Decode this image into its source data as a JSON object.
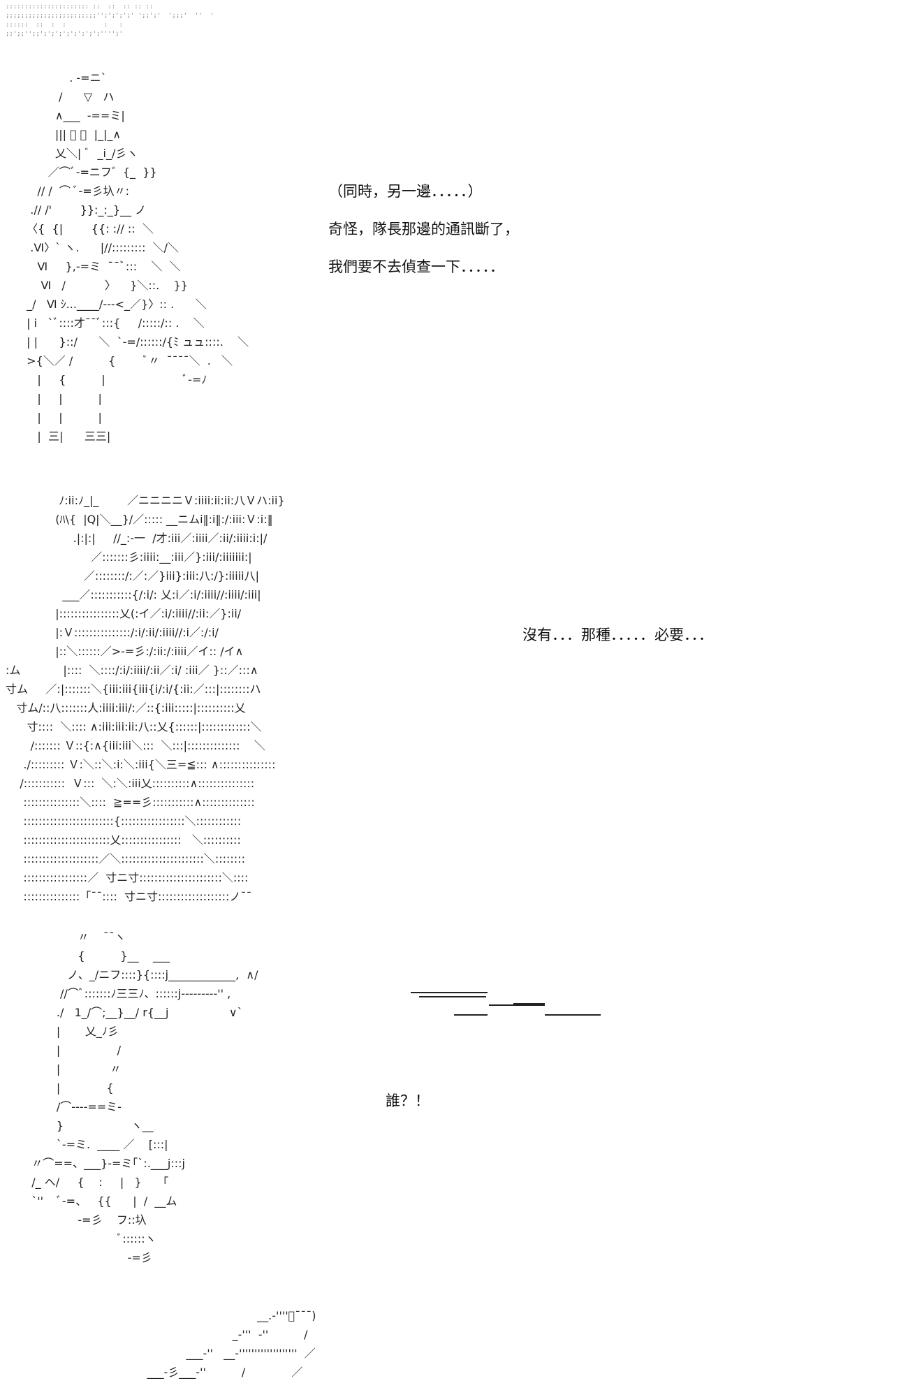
{
  "header_dots": [
    ":::::::::::::::::::::: ::  ::  :: :: ::",
    ";;;;;;;;;;;;;;;;;;;;;;;;'';';';';' ';;';'  ';;;'  ''  '",
    "::::::  ::  :  :          :   :",
    ";;';;'';;';';';';';';';';'''';'"
  ],
  "scene1": {
    "art": [
      "              . ‐=ニ`",
      "           /      ▽   ハ",
      "          ∧___  ‐==ミ|",
      "          ||| ﾞ ﾟ  |_|_∧",
      "          乂＼| ﾞ  _i_/彡ヽ",
      "        ／⌒ﾞ‐=ニフ゛{_  }}",
      "     // /  ⌒ ﾞ‐=彡圦〃:",
      "   .// /'        }}:_:_}__ ノ",
      "  〈{  {|        {{: :// ::  ＼",
      "   .Ⅵ〉` ヽ.      |//:::::::::  ＼/＼",
      "     Ⅵ     },‐=ミ  ¯¯ﾞ:::    ＼  ＼",
      "      Ⅵ   /           〉    }＼::.    }}",
      "  _/   Ⅵ ｼ...____/‐‐‐<_／}〉:: .      ＼",
      "  | i   `ﾞ::::才¯¯ﾞ:::{     /:::::/:: .    ＼",
      "  | |      }::/      ＼  `‐=/::::::/{ﾐ ュュ::::.    ＼",
      "  >{＼／ /          {        ﾞ〃  ¯¯¯¯＼  .   ＼",
      "     |     {          |                      ﾞ‐=ﾉ",
      "     |     |          |",
      "     |     |          |",
      "     |  三|      三三|"
    ],
    "lines": [
      "（同時，另一邊．．．．．）",
      "奇怪，隊長那邊的通訊斷了，",
      "我們要不去偵查一下．．．．．"
    ]
  },
  "scene2": {
    "art": [
      "               ﾉ:ii:ﾉ_|_        ／ニニニニＶ:iiii:ii:ii:八Ｖハ:ii}",
      "              (ﾊ\\{  |Q|＼__}/／::::: __ニムi‖:i‖:/:iii:Ｖ:i:‖",
      "                   .|:|:|     //_:-一  /才:iii／:iiii／:ii/:iiii:i:|/",
      "                        ／:::::::彡:iiii:__:iii／}:iii/:iiiiiii:|",
      "                      ／::::::::/:／:／}iii}:iii:八:/}:iiiii八|",
      "                ___／:::::::::::{/:i/: 乂:i／:i/:iiii//:iiii/:iii|",
      "              |::::::::::::::::乂(:イ／:i/:iiii//:ii:／}:ii/",
      "              |:Ｖ:::::::::::::::/:i/:ii/:iiii//:i／:/:i/",
      "              |::＼::::::／>‐=彡:/:ii:/:iiii／イ:: /イ∧",
      ":ム            |::::  ＼::::/:i/:iiii/:ii／:i/ :iii／ }::／:::∧",
      "寸ム     ／:|:::::::＼{iii:iii{iii{i/:i/{:ii:／:::|::::::::ハ",
      "   寸ム/::八:::::::人:iiii:iii/:／::{:iii:::::|::::::::::乂",
      "      寸::::  ＼:::: ∧:iii:iii:ii:八::乂{::::::|:::::::::::::＼",
      "       /::::::: Ｖ::{:∧{iii:iii＼:::  ＼:::|::::::::::::::    ＼",
      "     ./::::::::: Ｖ:＼::＼:i:＼:iii{＼三=≦::: ∧:::::::::::::::",
      "    /:::::::::::  Ｖ:::  ＼:＼:iii乂::::::::::∧:::::::::::::::",
      "     :::::::::::::::＼::::  ≧==彡:::::::::::∧::::::::::::::",
      "     ::::::::::::::::::::::::{:::::::::::::::::＼::::::::::::",
      "     :::::::::::::::::::::::乂::::::::::::::::   ＼::::::::::",
      "     ::::::::::::::::::::／＼::::::::::::::::::::::＼::::::::",
      "     :::::::::::::::::／  寸ニ寸::::::::::::::::::::::＼::::",
      "     :::::::::::::::「¯¯::::  寸ニ寸:::::::::::::::::::ノ¯¯"
    ],
    "line": "沒有．．．那種．．．．．必要．．．"
  },
  "scene3": {
    "art": [
      "                〃    ¯¯ヽ",
      "                {          }__    ___",
      "             ノ、_/ニフ::::}{::::j____________,  ∧/",
      "           //⌒ﾞ:::::::ﾉ三三ﾉ、::::::j‐‐‐‐‐‐‐‐‐'' ,",
      "          ./   1_/⌒;__}__/ r{__j                 ∨`",
      "          |       乂_ﾉ彡",
      "          |                /",
      "          |              〃",
      "          |             {",
      "          /⌒‐‐‐‐==ミ‐",
      "          }                   ヽ__",
      "          `‐=ミ.  ____ ／    [:::|",
      "   〃⌒==、___}‐=ミ｢`:.___j:::j",
      "   /_ ヘ/     {    :     |   }      ｢",
      "   `''    ﾞ‐=、   {{      |  /  __ム",
      "                ‐=彡    フ::圦",
      "                           ﾞ::::::ヽ",
      "                              ‐=彡"
    ],
    "line": "誰？！"
  },
  "scene4": {
    "art": [
      "                                     __.‐''''ﾞ¯¯¯)",
      "                              _‐'''  ‐''          /",
      "                 ___‐''   __‐'''''''''''''''''''  ／",
      "      ___‐彡___‐''          /             ／"
    ]
  }
}
